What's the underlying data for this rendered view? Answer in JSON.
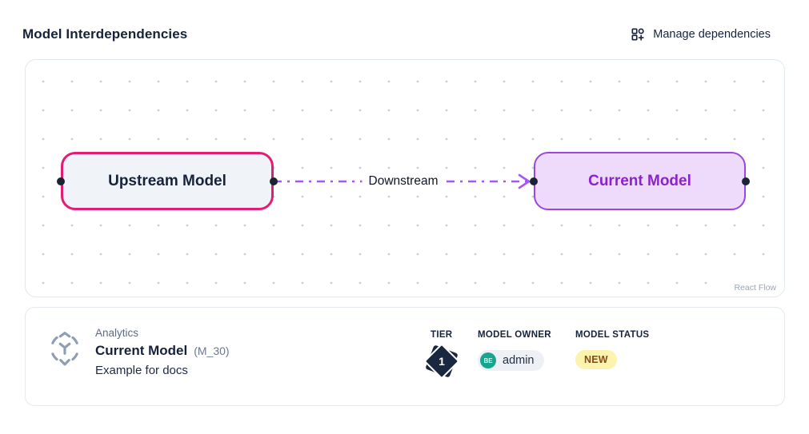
{
  "header": {
    "title": "Model Interdependencies",
    "manage_button_label": "Manage dependencies"
  },
  "flow": {
    "nodes": [
      {
        "id": "upstream",
        "label": "Upstream Model",
        "border_color": "#e11d74",
        "fill_color": "#f0f4f8",
        "text_color": "#16233a"
      },
      {
        "id": "current",
        "label": "Current Model",
        "border_color": "#9c46dd",
        "fill_color": "#eedafa",
        "text_color": "#8a23ce"
      }
    ],
    "edge": {
      "label": "Downstream",
      "color": "#a855f7",
      "style": "dash-dot",
      "direction": "upstream-to-current"
    },
    "attribution": "React Flow"
  },
  "details": {
    "category": "Analytics",
    "model_name": "Current Model",
    "model_code": "(M_30)",
    "description": "Example for docs",
    "tier": {
      "label": "TIER",
      "value": "1",
      "badge_color": "#1a2740"
    },
    "owner": {
      "label": "MODEL OWNER",
      "initials": "BE",
      "name": "admin",
      "avatar_color": "#17a58d"
    },
    "status": {
      "label": "MODEL STATUS",
      "value": "NEW",
      "badge_bg": "#fcf3af",
      "badge_text_color": "#8a4a15"
    }
  }
}
